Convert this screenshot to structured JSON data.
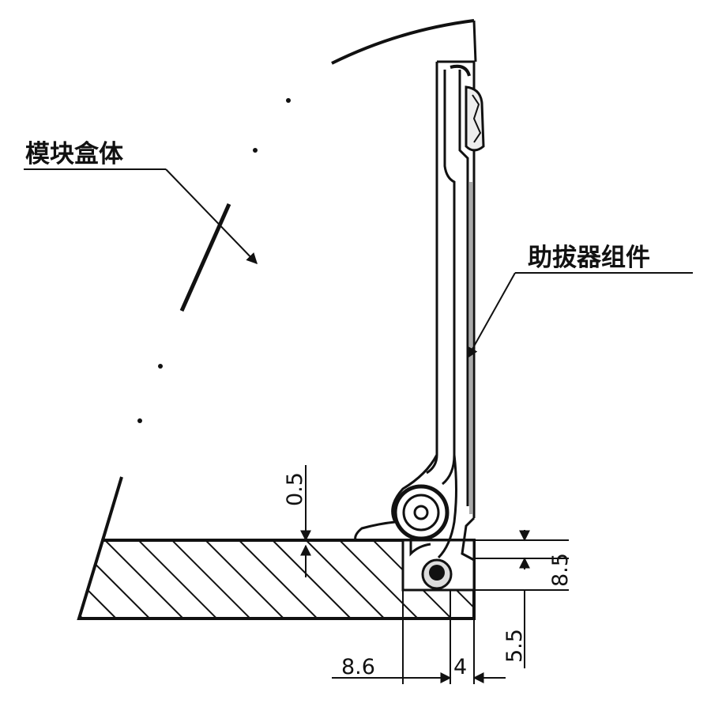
{
  "labels": {
    "module_box": "模块盒体",
    "extractor_assembly": "助拔器组件"
  },
  "dimensions": {
    "gap": "0.5",
    "right_upper": "8.5",
    "right_lower": "5.5",
    "bottom_left": "8.6",
    "bottom_right": "4"
  },
  "colors": {
    "line": "#111111",
    "hatch": "#111111"
  }
}
